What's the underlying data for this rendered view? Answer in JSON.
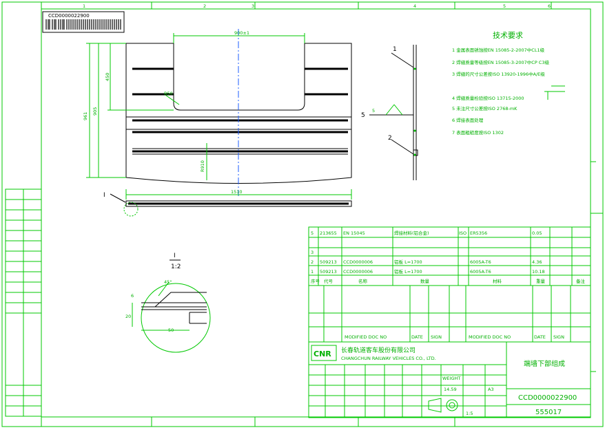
{
  "drawing": {
    "barcode_text": "CCD0000022900",
    "zone_letters_top": [
      "1",
      "2",
      "3",
      "4",
      "5",
      "6"
    ],
    "tech_requirements": {
      "title": "技术要求",
      "items": [
        "1 金属表面锈蚀按EN 15085-2-2007中CL1级",
        "2 焊缝质量等级按EN 15085-3-2007中CP C3级",
        "3 焊缝的尺寸公差按ISO 13920-1996中A/E级",
        "4 焊缝质量检验按ISO 13715-2000",
        "5 未注尺寸公差按ISO 2768-mK",
        "6 焊接表面处理",
        "7 表面粗糙度按ISO 1302"
      ]
    },
    "callouts": {
      "part1": "1",
      "part2": "2",
      "section": "5",
      "detail_letter": "I",
      "detail_title": "I",
      "detail_scale": "1:2"
    },
    "dimensions": {
      "top_width": "900±1",
      "height_total": "961",
      "height_inner": "905",
      "chamfer": "R50",
      "bottom_width": "1510",
      "side_dim": "R910",
      "detail_50": "50",
      "detail_20": "20",
      "detail_45": "45°",
      "detail_6": "6"
    },
    "title_block": {
      "bom_rows": [
        [
          "5",
          "213655",
          "EN 15045",
          "焊接材料(铝合金)",
          "ISO",
          "ER5356",
          "0.05"
        ],
        [
          "3",
          "",
          "",
          "",
          "",
          "",
          ""
        ],
        [
          "2",
          "509213",
          "CCD0000006",
          "铝板 L=1700",
          "",
          "6005A-T6",
          "4.36"
        ],
        [
          "1",
          "509213",
          "CCD0000006",
          "铝板 L=1700",
          "",
          "6005A-T6",
          "10.18"
        ]
      ],
      "bom_header": [
        "序号",
        "代号",
        "名称",
        "数量",
        "材料",
        "重量",
        "备注"
      ],
      "company_logo": "CNR",
      "company_cn": "长春轨道客车股份有限公司",
      "company_en": "CHANGCHUN RAILWAY VEHICLES CO., LTD.",
      "part_name": "端墙下部组成",
      "drawing_no": "CCD0000022900",
      "sheet_no": "555017",
      "scale": "1:5",
      "weight": "14.59",
      "format": "A3",
      "modified_label": "MODIFIED DOC NO",
      "date_label": "DATE",
      "sign_label": "SIGN"
    }
  }
}
